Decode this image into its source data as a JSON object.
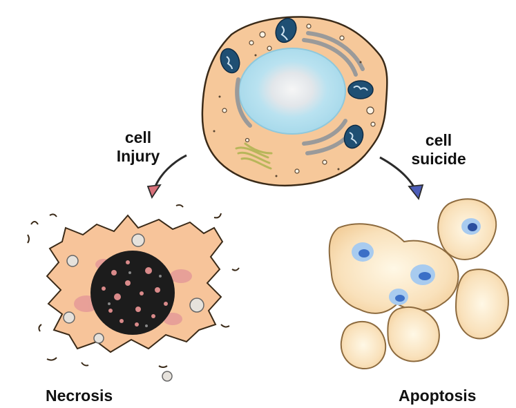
{
  "labels": {
    "injury_line1": "cell",
    "injury_line2": "Injury",
    "suicide_line1": "cell",
    "suicide_line2": "suicide",
    "necrosis": "Necrosis",
    "apoptosis": "Apoptosis"
  },
  "colors": {
    "cytoplasm": "#f7c99a",
    "membrane": "#3a2a18",
    "nucleus_outer": "#a9dcec",
    "nucleus_inner": "#e4e8ec",
    "mitochondria": "#1f4f73",
    "er": "#9e9e9e",
    "golgi": "#cfd17a",
    "necrotic_nucleus": "#1c1c1c",
    "necrotic_spots": "#d98a8a",
    "apoptotic_body": "#f9deb7",
    "apoptotic_core": "#3b6fc7",
    "arrow": "#2b2b2b",
    "arrowhead_injury": "#d9707a",
    "arrowhead_suicide": "#4c5db8"
  }
}
